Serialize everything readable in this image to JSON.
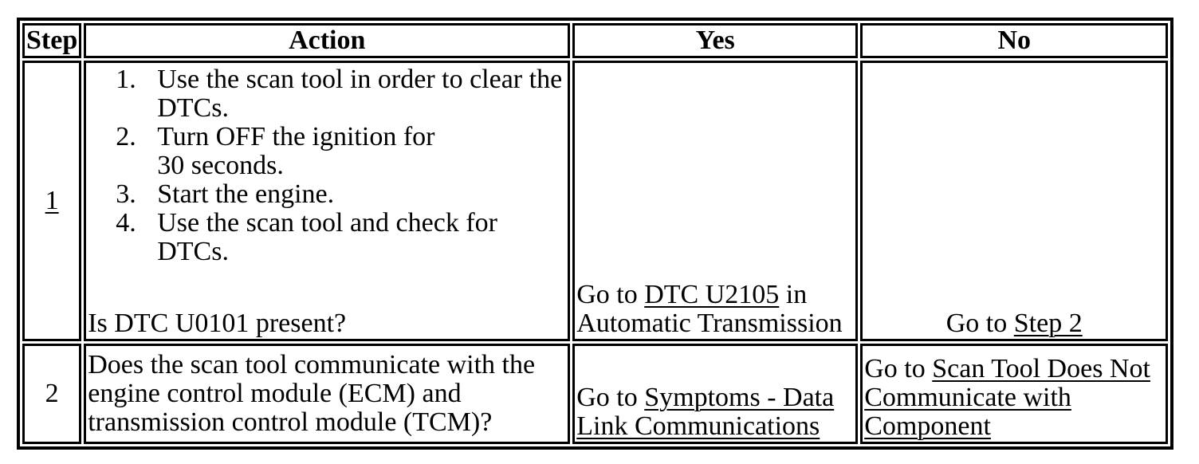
{
  "colors": {
    "background": "#ffffff",
    "text": "#000000",
    "border": "#000000",
    "link": "#000000"
  },
  "table": {
    "headers": {
      "step": "Step",
      "action": "Action",
      "yes": "Yes",
      "no": "No"
    },
    "rows": [
      {
        "step": "1",
        "action_items": [
          {
            "lines": [
              "Use the scan tool in order to clear the",
              "DTCs."
            ]
          },
          {
            "lines": [
              "Turn OFF the ignition for",
              "30 seconds."
            ]
          },
          {
            "lines": [
              "Start the engine."
            ]
          },
          {
            "lines": [
              "Use the scan tool and check for",
              "DTCs."
            ]
          }
        ],
        "question": "Is DTC U0101 present?",
        "yes": {
          "prefix": "Go to ",
          "link": "DTC U2105",
          "suffix": " in Automatic Transmission"
        },
        "no": {
          "prefix": "Go to ",
          "link": "Step 2",
          "suffix": ""
        }
      },
      {
        "step": "2",
        "question": "Does the scan tool communicate with the engine control module (ECM) and transmission control module (TCM)?",
        "yes": {
          "prefix": "Go to ",
          "link": "Symptoms - Data Link Communications",
          "suffix": ""
        },
        "no": {
          "prefix": "Go to ",
          "link": "Scan Tool Does Not Communicate with Component",
          "suffix": ""
        }
      }
    ]
  }
}
